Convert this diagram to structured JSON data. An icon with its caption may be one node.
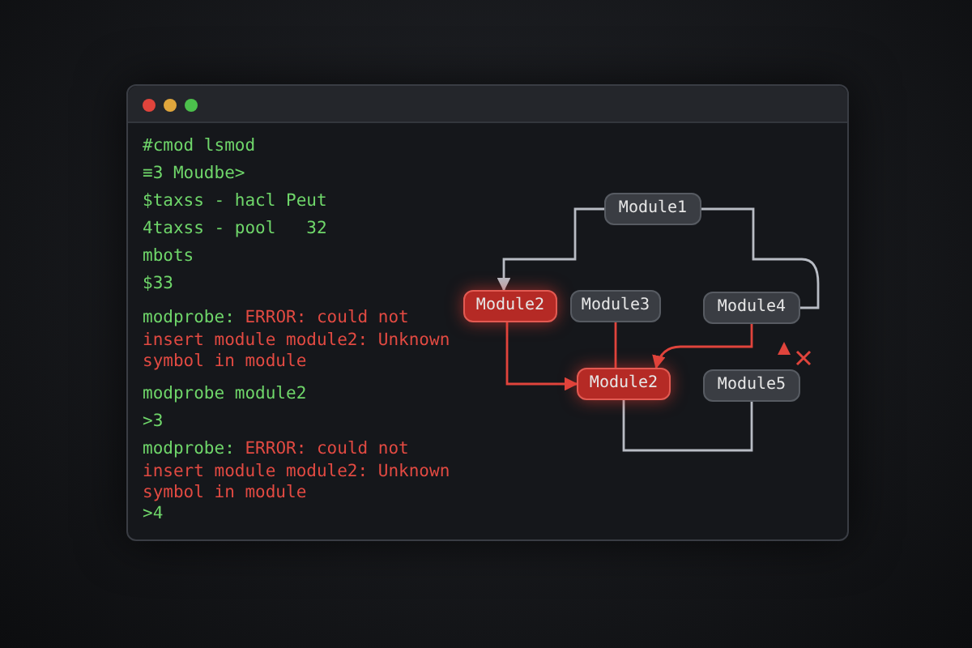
{
  "diagram": {
    "nodes": [
      {
        "text": [
          "Module1"
        ]
      },
      {
        "text": [
          "Module2"
        ]
      },
      {
        "text": [
          "Module3"
        ]
      },
      {
        "text": [
          "Module4"
        ]
      },
      {
        "text": [
          "Module2"
        ]
      },
      {
        "text": [
          "Module5"
        ]
      }
    ],
    "edges": [
      {
        "from": 0,
        "to": 1,
        "arrow": "to"
      },
      {
        "from": 0,
        "to": 3,
        "arrow": "none"
      },
      {
        "from": 1,
        "to": 4,
        "arrow": "to",
        "color": "#e0443c"
      },
      {
        "from": 2,
        "to": 4,
        "arrow": "none",
        "color": "#e0443c"
      },
      {
        "from": 3,
        "to": 4,
        "arrow": "to",
        "color": "#e0443c"
      },
      {
        "from": 4,
        "to": 5,
        "arrow": "none"
      }
    ],
    "labels": [
      "#cmod lsmod",
      "≡3 Moudbe>",
      "$taxss - hacl Peut",
      "4taxss - pool   32",
      "mbots",
      "$33",
      "modprobe: ERROR: could not insert module module2: Unknown symbol in module",
      "modprobe module2",
      ">3",
      "modprobe: ERROR: could not insert module module2: Unknown symbol in module",
      ">4"
    ]
  }
}
